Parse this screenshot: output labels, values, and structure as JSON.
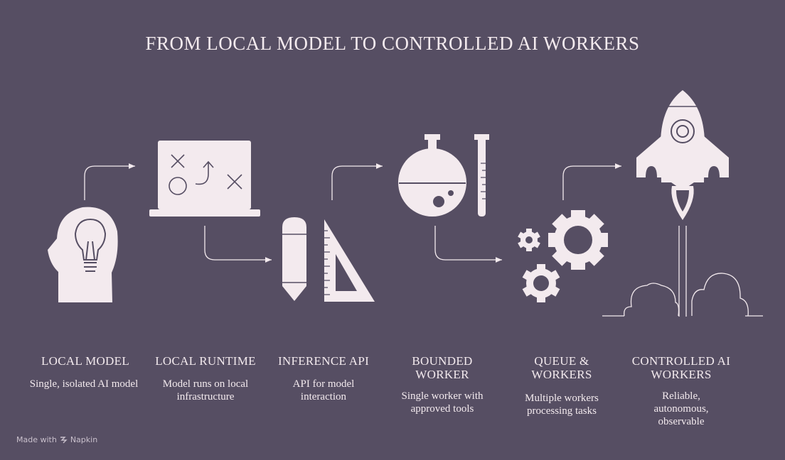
{
  "title": "FROM LOCAL MODEL TO CONTROLLED AI WORKERS",
  "stages": [
    {
      "label": "LOCAL MODEL",
      "description": "Single, isolated AI model",
      "icon": "head-lightbulb-icon"
    },
    {
      "label": "LOCAL RUNTIME",
      "description": "Model runs on local infrastructure",
      "icon": "laptop-strategy-icon"
    },
    {
      "label": "INFERENCE API",
      "description": "API for model interaction",
      "icon": "pencil-ruler-icon"
    },
    {
      "label": "BOUNDED WORKER",
      "description": "Single worker with approved tools",
      "icon": "flask-test-tube-icon"
    },
    {
      "label": "QUEUE & WORKERS",
      "description": "Multiple workers processing tasks",
      "icon": "gears-icon"
    },
    {
      "label": "CONTROLLED AI WORKERS",
      "description": "Reliable, autonomous, observable",
      "icon": "rocket-launch-icon"
    }
  ],
  "footer": {
    "made_with": "Made with",
    "brand": "Napkin"
  },
  "colors": {
    "background": "#564e63",
    "foreground": "#f3eaee"
  }
}
